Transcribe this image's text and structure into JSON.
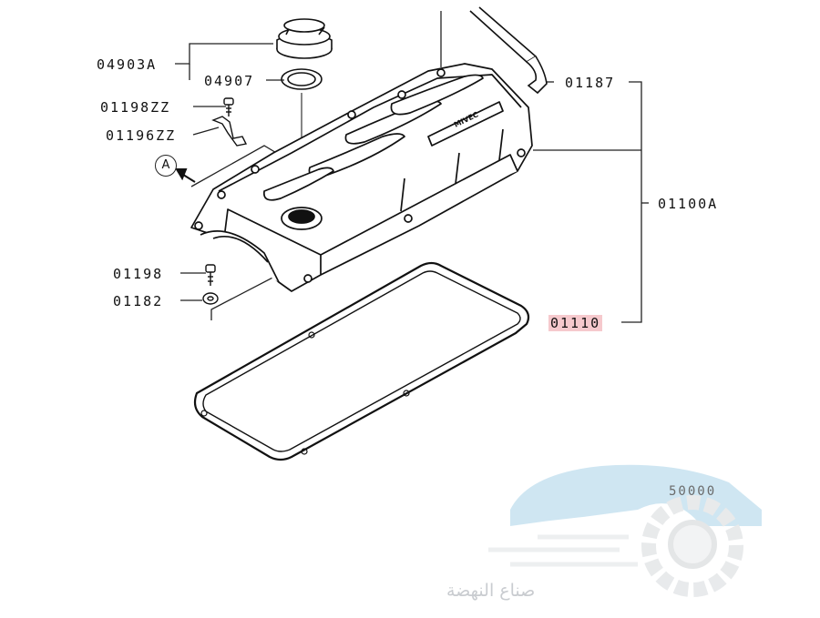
{
  "diagram": {
    "labels": {
      "p04903a": "04903A",
      "p04907": "04907",
      "p01198zz": "01198ZZ",
      "p01196zz": "01196ZZ",
      "p01198": "01198",
      "p01182": "01182",
      "p01187": "01187",
      "p01100a": "01100A",
      "p01110": "01110"
    },
    "callout_a": "A",
    "cover_logo_text": "MIVEC",
    "highlight_color": "#f6c9cd"
  },
  "watermark": {
    "text": "صناع النهضة",
    "code": "50000"
  }
}
